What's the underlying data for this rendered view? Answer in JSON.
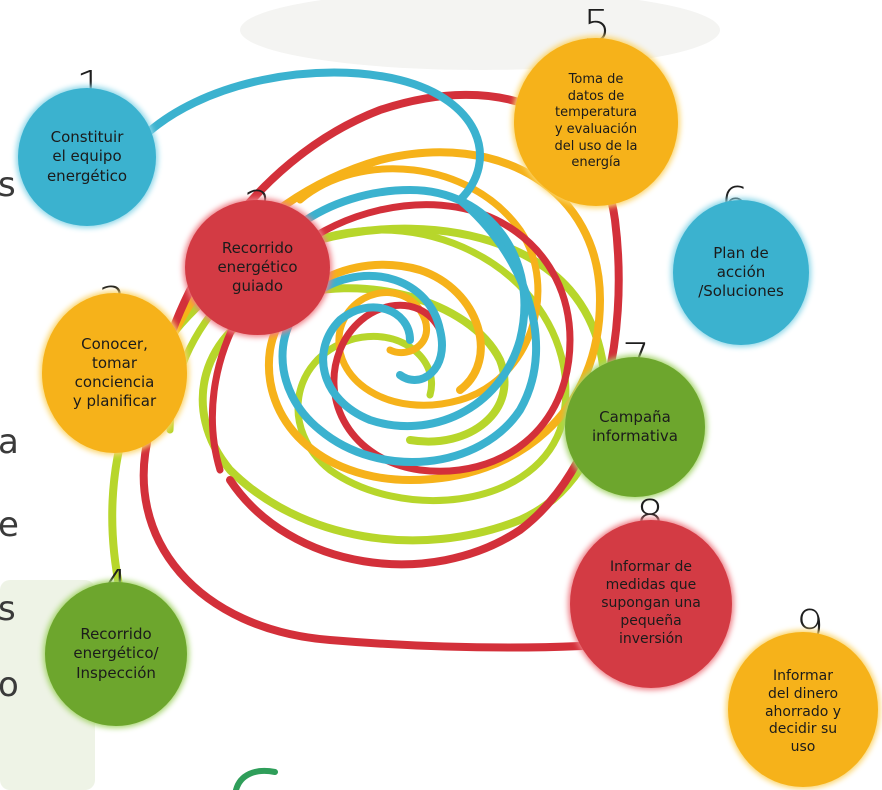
{
  "edge_letters": [
    "s",
    "a",
    "e",
    "s",
    "o"
  ],
  "steps": [
    {
      "number": "1",
      "label": "Constituir\nel equipo\nenergético",
      "color": "#3bb2cf"
    },
    {
      "number": "2",
      "label": "Recorrido\nenergético\nguiado",
      "color": "#d33b44"
    },
    {
      "number": "3",
      "label": "Conocer,\ntomar\nconciencia\ny planificar",
      "color": "#f6b21a"
    },
    {
      "number": "4",
      "label": "Recorrido\nenergético/\nInspección",
      "color": "#6da62d"
    },
    {
      "number": "5",
      "label": "Toma de\ndatos de\ntemperatura\ny evaluación\ndel uso de la\nenergía",
      "color": "#f6b21a"
    },
    {
      "number": "6",
      "label": "Plan de\nacción\n/Soluciones",
      "color": "#3bb2cf"
    },
    {
      "number": "7",
      "label": "Campaña\ninformativa",
      "color": "#6da62d"
    },
    {
      "number": "8",
      "label": "Informar de\nmedidas que\nsupongan una\npequeña\ninversión",
      "color": "#d33b44"
    },
    {
      "number": "9",
      "label": "Informar\ndel dinero\nahorrado y\ndecidir su\nuso",
      "color": "#f6b21a"
    }
  ]
}
